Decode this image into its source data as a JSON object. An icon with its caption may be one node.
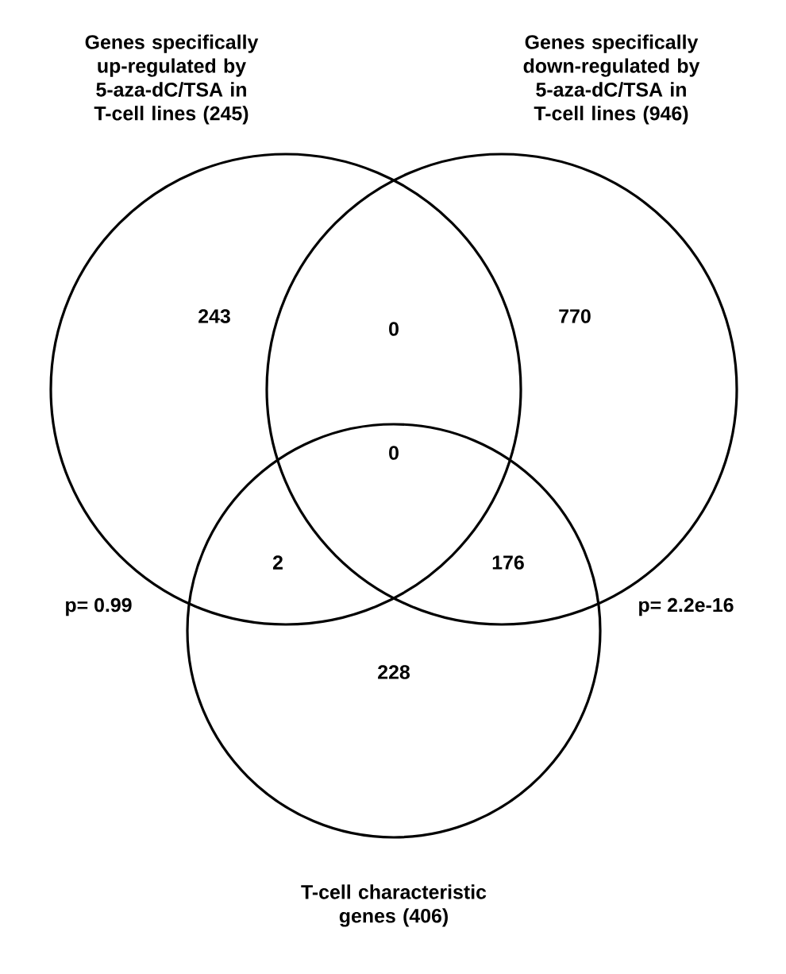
{
  "diagram": {
    "nodes": [
      {
        "text": [
          "Genes specifically up-regulated by 5-aza-dC/TSA in T-cell lines (245)"
        ]
      },
      {
        "text": [
          "Genes specifically down-regulated by 5-aza-dC/TSA in T-cell lines (946)"
        ]
      },
      {
        "text": [
          "T-cell characteristic genes (406)"
        ]
      }
    ],
    "labels": [
      "243",
      "0",
      "770",
      "0",
      "2",
      "176",
      "p= 0.99",
      "p= 2.2e-16",
      "228"
    ]
  }
}
